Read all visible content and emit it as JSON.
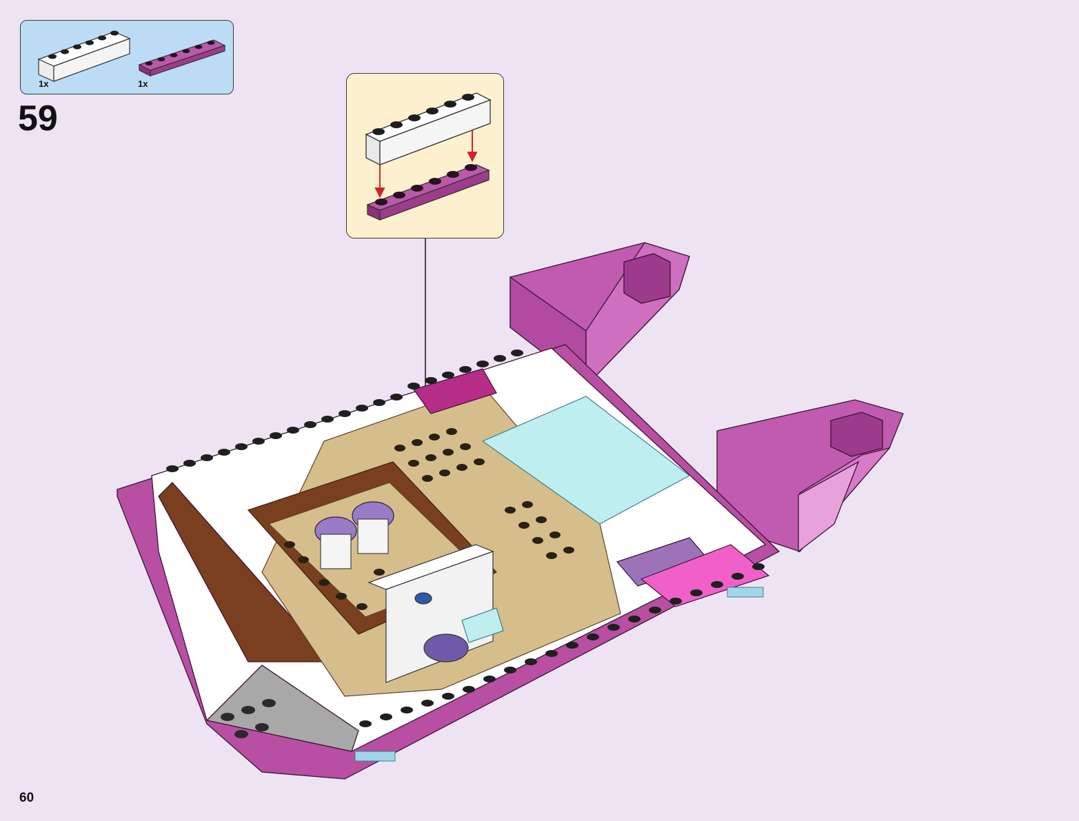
{
  "step": {
    "number": "59",
    "page_number": "60"
  },
  "parts_list": {
    "items": [
      {
        "name": "white-1x6-brick",
        "quantity": "1x",
        "color": "#ffffff"
      },
      {
        "name": "magenta-1x6-plate",
        "quantity": "1x",
        "color": "#a03d8c"
      }
    ],
    "background": "#bcdcf6"
  },
  "callout": {
    "background": "#fdf0cf",
    "arrow_color": "#d2232a"
  },
  "colors": {
    "page_background": "#ede3f3",
    "hull_magenta": "#b84fa3",
    "deck_tan": "#d6bd8c",
    "deck_white": "#ffffff",
    "deck_brown": "#7a3f1f",
    "deck_gray": "#a8a8a8",
    "glass_cyan": "#bfeef0",
    "stool_lavender": "#9a7cc6"
  }
}
